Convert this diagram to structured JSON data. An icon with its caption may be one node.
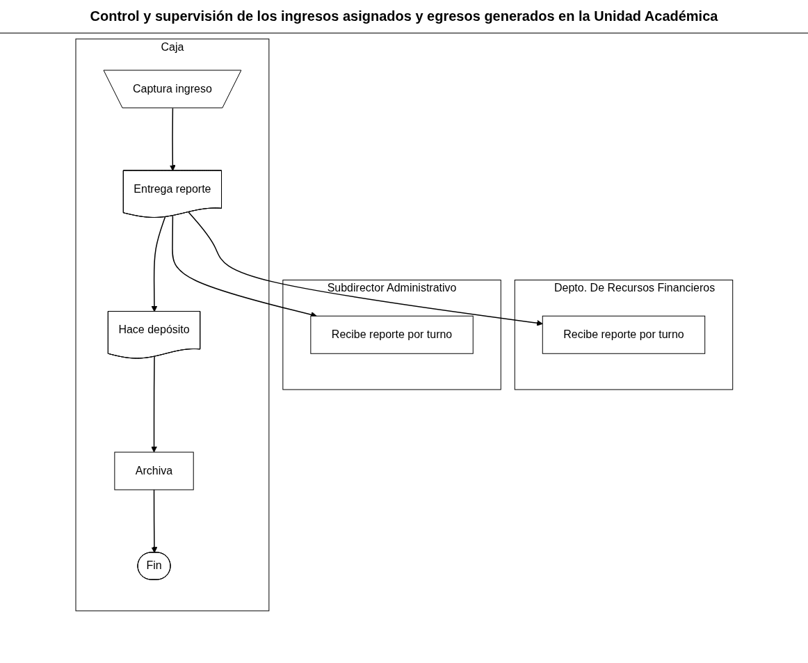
{
  "diagram": {
    "title": "Control y supervisión de los ingresos asignados y egresos generados en la Unidad Académica",
    "nodes": [
      {
        "text": [
          "Caja"
        ]
      },
      {
        "text": [
          "Captura ingreso"
        ],
        "in": 0
      },
      {
        "text": [
          "Entrega reporte"
        ],
        "in": 0
      },
      {
        "text": [
          "Hace depósito"
        ],
        "in": 0
      },
      {
        "text": [
          "Archiva"
        ],
        "in": 0
      },
      {
        "text": [
          "Fin"
        ],
        "in": 0
      },
      {
        "text": [
          "Subdirector Administrativo"
        ]
      },
      {
        "text": [
          "Recibe reporte por turno"
        ],
        "in": 6
      },
      {
        "text": [
          "Depto. De Recursos Financieros"
        ]
      },
      {
        "text": [
          "Recibe reporte por turno"
        ],
        "in": 8
      }
    ],
    "edges": [
      {
        "from": 1,
        "to": 2,
        "arrow": "to"
      },
      {
        "from": 2,
        "to": 7,
        "arrow": "to"
      },
      {
        "from": 2,
        "to": 9,
        "arrow": "to"
      },
      {
        "from": 2,
        "to": 3,
        "arrow": "to"
      },
      {
        "from": 3,
        "to": 4,
        "arrow": "to"
      },
      {
        "from": 4,
        "to": 5,
        "arrow": "to"
      }
    ]
  }
}
